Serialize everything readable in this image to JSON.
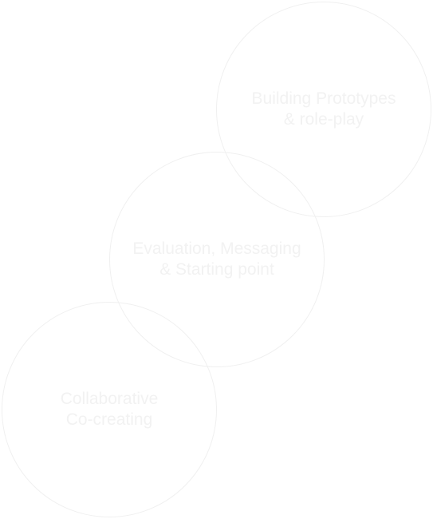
{
  "diagram": {
    "circles": [
      {
        "id": "top",
        "line1": "Building Prototypes",
        "line2": "& role-play"
      },
      {
        "id": "middle",
        "line1": "Evaluation, Messaging",
        "line2": "& Starting point"
      },
      {
        "id": "bottom",
        "line1": "Collaborative",
        "line2": "Co-creating"
      }
    ],
    "colors": {
      "circle_stroke": "#f0f0f0",
      "text": "#f2f2f2",
      "background": "#ffffff"
    }
  }
}
